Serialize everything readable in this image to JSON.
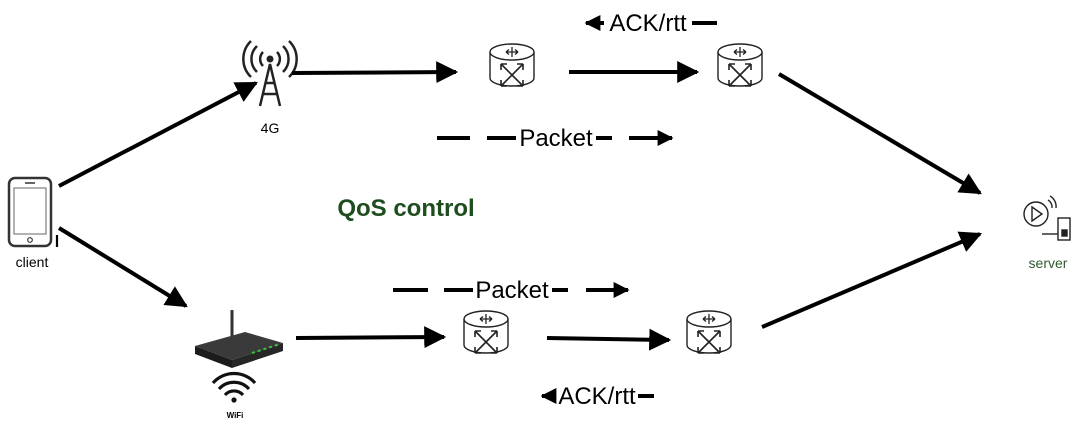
{
  "labels": {
    "client": "client",
    "server": "server",
    "cell": "4G",
    "wifi": "WiFi",
    "qos": "QoS control",
    "packet_top": "Packet",
    "packet_bottom": "Packet",
    "ack_top": "ACK/rtt",
    "ack_bottom": "ACK/rtt"
  },
  "colors": {
    "line": "#000000",
    "qos": "#1e4d1e",
    "server_label": "#2f5a2f",
    "router_stroke": "#222222",
    "wifi_device": "#2c2c2c",
    "wifi_leds": "#3fbf3f"
  },
  "icons": {
    "client": "smartphone-icon",
    "cell": "cell-tower-icon",
    "wifi": "wifi-router-icon",
    "routers": "router-icon",
    "server": "media-server-icon"
  }
}
